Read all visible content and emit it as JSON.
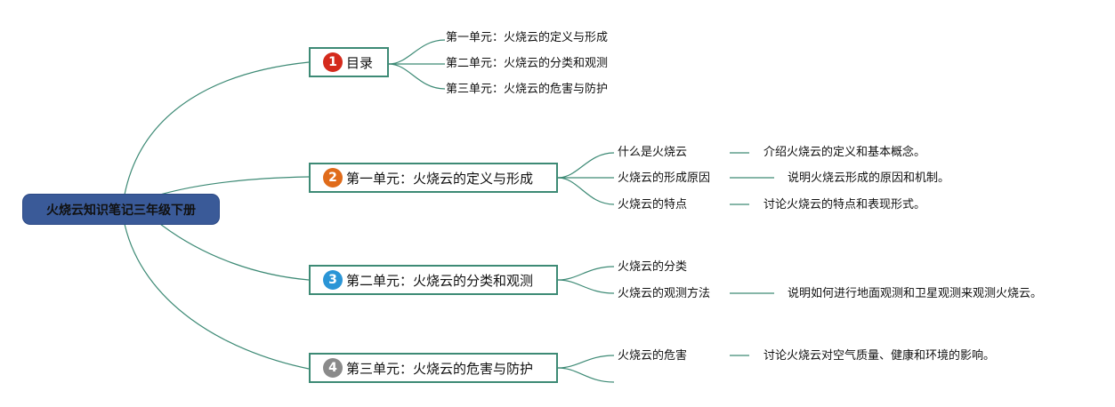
{
  "root": {
    "label": "火烧云知识笔记三年级下册",
    "color": "#3a5a98"
  },
  "branches": [
    {
      "number": "1",
      "label": "目录",
      "badge_color": "#d42a1c",
      "children": [
        {
          "label": "第一单元：火烧云的定义与形成"
        },
        {
          "label": "第二单元：火烧云的分类和观测"
        },
        {
          "label": "第三单元：火烧云的危害与防护"
        }
      ]
    },
    {
      "number": "2",
      "label": "第一单元：火烧云的定义与形成",
      "badge_color": "#e06b1a",
      "children": [
        {
          "label": "什么是火烧云",
          "note": "介绍火烧云的定义和基本概念。"
        },
        {
          "label": "火烧云的形成原因",
          "note": "说明火烧云形成的原因和机制。"
        },
        {
          "label": "火烧云的特点",
          "note": "讨论火烧云的特点和表现形式。"
        }
      ]
    },
    {
      "number": "3",
      "label": "第二单元：火烧云的分类和观测",
      "badge_color": "#2a95d6",
      "children": [
        {
          "label": "火烧云的分类"
        },
        {
          "label": "火烧云的观测方法",
          "note": "说明如何进行地面观测和卫星观测来观测火烧云。"
        }
      ]
    },
    {
      "number": "4",
      "label": "第三单元：火烧云的危害与防护",
      "badge_color": "#8a8a8a",
      "children": [
        {
          "label": "火烧云的危害",
          "note": "讨论火烧云对空气质量、健康和环境的影响。"
        },
        {
          "label": ""
        }
      ]
    }
  ],
  "line_color": "#3d8a75"
}
